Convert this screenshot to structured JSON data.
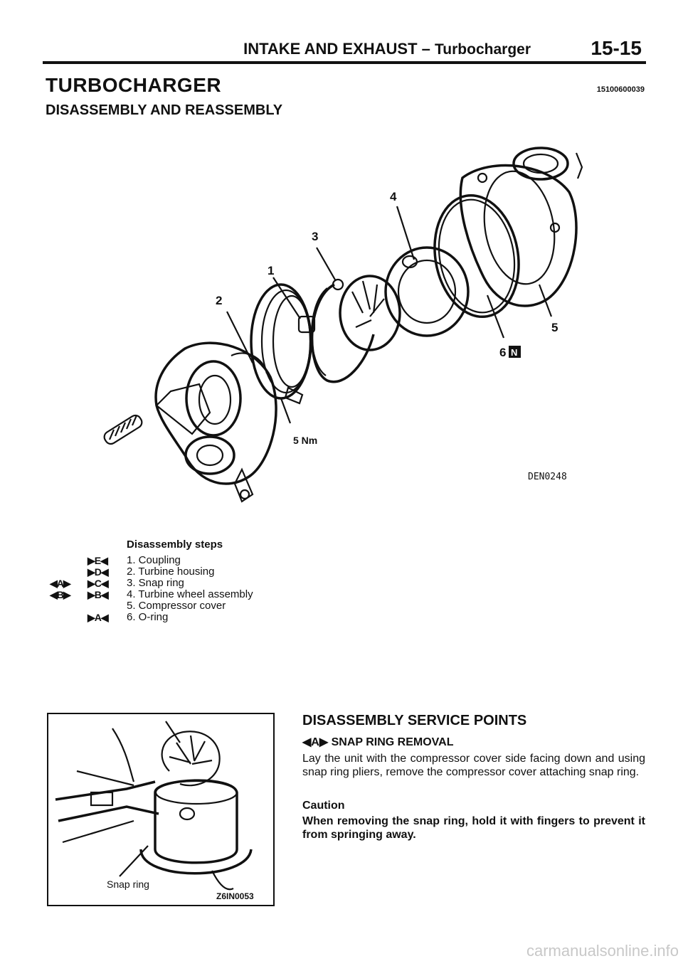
{
  "header": {
    "title_main": "INTAKE AND EXHAUST",
    "title_dash": "–",
    "title_sub": "Turbocharger",
    "page_number": "15-15"
  },
  "section": {
    "title": "TURBOCHARGER",
    "code": "15100600039",
    "subtitle": "DISASSEMBLY AND REASSEMBLY"
  },
  "diagram": {
    "callouts": [
      "1",
      "2",
      "3",
      "4",
      "5",
      "6"
    ],
    "replace_mark": "N",
    "torque": "5 Nm",
    "figure_code": "DEN0248"
  },
  "steps": {
    "heading": "Disassembly steps",
    "items": [
      {
        "text": "1. Coupling",
        "left_mark": "",
        "right_mark": "▶E◀"
      },
      {
        "text": "2. Turbine housing",
        "left_mark": "",
        "right_mark": "▶D◀"
      },
      {
        "text": "3. Snap ring",
        "left_mark": "◀A▶",
        "right_mark": "▶C◀"
      },
      {
        "text": "4. Turbine wheel assembly",
        "left_mark": "◀B▶",
        "right_mark": "▶B◀"
      },
      {
        "text": "5. Compressor cover",
        "left_mark": "",
        "right_mark": ""
      },
      {
        "text": "6. O-ring",
        "left_mark": "",
        "right_mark": "▶A◀"
      }
    ]
  },
  "photo": {
    "label": "Snap ring",
    "code": "Z6IN0053"
  },
  "service": {
    "heading": "DISASSEMBLY SERVICE POINTS",
    "sub_mark": "◀A▶",
    "sub_title": "SNAP RING REMOVAL",
    "body": "Lay the unit with the compressor cover side facing down and using snap ring pliers, remove the compressor cover attaching snap ring.",
    "caution_label": "Caution",
    "caution_text": "When removing the snap ring, hold it with fingers to prevent it from springing away."
  },
  "footer": {
    "watermark": "carmanualsonline.info"
  }
}
